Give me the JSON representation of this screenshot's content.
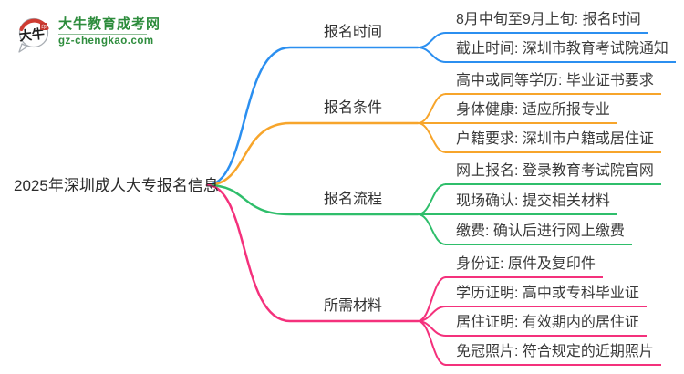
{
  "logo": {
    "icon_text": "大牛",
    "site_name": "大牛教育成考网",
    "site_url": "gz-chengkao.com",
    "name_color": "#2d8c3c",
    "seal_color": "#c5352c"
  },
  "root": {
    "title": "2025年深圳成人大专报名信息"
  },
  "branches": [
    {
      "label": "报名时间",
      "color": "#2b8ff0",
      "items": [
        "8月中旬至9月上旬: 报名时间",
        "截止时间: 深圳市教育考试院通知"
      ]
    },
    {
      "label": "报名条件",
      "color": "#f7a52b",
      "items": [
        "高中或同等学历: 毕业证书要求",
        "身体健康: 适应所报专业",
        "户籍要求: 深圳市户籍或居住证"
      ]
    },
    {
      "label": "报名流程",
      "color": "#2fbe6b",
      "items": [
        "网上报名: 登录教育考试院官网",
        "现场确认: 提交相关材料",
        "缴费: 确认后进行网上缴费"
      ]
    },
    {
      "label": "所需材料",
      "color": "#f4317c",
      "items": [
        "身份证: 原件及复印件",
        "学历证明: 高中或专科毕业证",
        "居住证明: 有效期内的居住证",
        "免冠照片: 符合规定的近期照片"
      ]
    }
  ]
}
